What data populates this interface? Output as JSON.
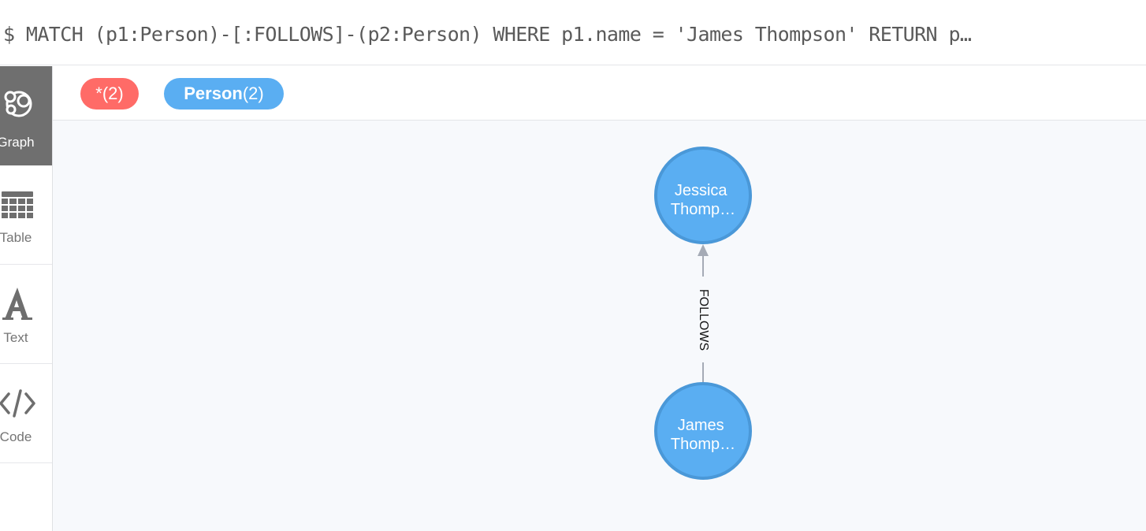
{
  "query": {
    "text": "$ MATCH (p1:Person)-[:FOLLOWS]-(p2:Person) WHERE p1.name = 'James Thompson' RETURN p…"
  },
  "sidebar": {
    "items": [
      {
        "label": "Graph",
        "icon": "graph-icon",
        "active": true
      },
      {
        "label": "Table",
        "icon": "table-icon",
        "active": false
      },
      {
        "label": "Text",
        "icon": "text-icon",
        "active": false
      },
      {
        "label": "Code",
        "icon": "code-icon",
        "active": false
      }
    ]
  },
  "legend": {
    "all": {
      "name": "*",
      "count": "(2)",
      "color": "#ff6b67"
    },
    "person": {
      "name": "Person",
      "count": "(2)",
      "color": "#5aaef2"
    }
  },
  "graph": {
    "nodes": [
      {
        "line1": "Jessica",
        "line2": "Thomp…",
        "color": "#5aaef2",
        "border": "#4a98d8"
      },
      {
        "line1": "James",
        "line2": "Thomp…",
        "color": "#5aaef2",
        "border": "#4a98d8"
      }
    ],
    "relationship": {
      "type": "FOLLOWS",
      "color": "#a5abb6"
    }
  }
}
